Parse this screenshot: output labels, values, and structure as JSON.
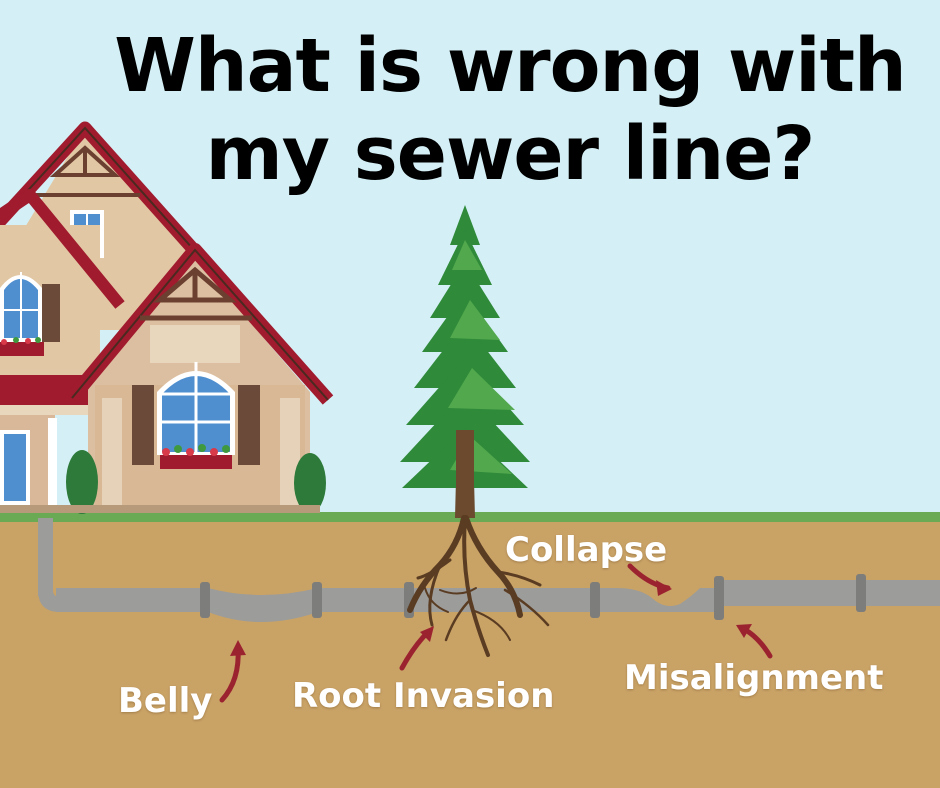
{
  "title": {
    "line1": "What is wrong with",
    "line2": "my sewer line?"
  },
  "labels": {
    "collapse": "Collapse",
    "misalignment": "Misalignment",
    "belly": "Belly",
    "root_invasion": "Root Invasion"
  },
  "colors": {
    "sky": "#d4f0f6",
    "soil": "#c9a266",
    "grass": "#6aaa54",
    "pipe": "#9c9c9a",
    "pipe_joint": "#7d7d7b",
    "arrow": "#9b2330",
    "roof": "#a01b2e",
    "house_wall": "#e2c7a4",
    "tree_trunk": "#6b4a2e",
    "foliage": "#2f8a3a"
  }
}
